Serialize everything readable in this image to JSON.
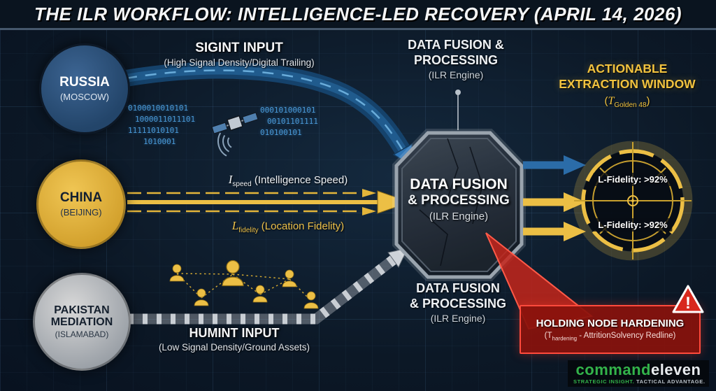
{
  "header": {
    "title": "THE ILR WORKFLOW: INTELLIGENCE-LED RECOVERY (APRIL 14, 2026)"
  },
  "sources": {
    "russia": {
      "name": "RUSSIA",
      "location": "(MOSCOW)"
    },
    "china": {
      "name": "CHINA",
      "location": "(BEIJING)"
    },
    "pakistan": {
      "name": "PAKISTAN MEDIATION",
      "location": "(ISLAMABAD)"
    }
  },
  "sigint": {
    "title": "SIGINT INPUT",
    "subtitle": "(High Signal Density/Digital Trailing)",
    "binary_left": [
      "0100010010101",
      "1000011011101",
      "11111010101",
      "1010001"
    ],
    "binary_right": [
      "000101000101",
      "00101101111",
      "010100101"
    ]
  },
  "humint": {
    "title": "HUMINT INPUT",
    "subtitle": "(Low Signal Density/Ground Assets)"
  },
  "metrics": {
    "speed": {
      "symbol": "I",
      "sub": "speed",
      "caption": " (Intelligence Speed)"
    },
    "fidelity": {
      "symbol": "L",
      "sub": "fidelity",
      "caption": " (Location Fidelity)"
    }
  },
  "engine": {
    "top_label": {
      "line1": "DATA FUSION &",
      "line2": "PROCESSING",
      "caption": "(ILR Engine)"
    },
    "core": {
      "line1": "DATA FUSION",
      "line2": "& PROCESSING",
      "caption": "(ILR Engine)"
    },
    "bottom_label": {
      "line1": "DATA FUSION",
      "line2": "& PROCESSING",
      "caption": "(ILR Engine)"
    }
  },
  "extraction": {
    "title_line1": "ACTIONABLE",
    "title_line2": "EXTRACTION WINDOW",
    "window": {
      "open": "(",
      "symbol": "T",
      "sub": "Golden 48",
      "close": ")"
    },
    "fidelity_top": "L-Fidelity: >92%",
    "fidelity_bottom": "L-Fidelity: >92%"
  },
  "alert": {
    "title": "HOLDING NODE HARDENING",
    "detail_open": "(T",
    "detail_sub": "hardening",
    "detail_rest": " - AttritionSolvency Redline)",
    "warning_symbol": "!"
  },
  "branding": {
    "logo_green": "command",
    "logo_white": "eleven",
    "tagline_green": "STRATEGIC INSIGHT.",
    "tagline_white": " TACTICAL ADVANTAGE."
  },
  "colors": {
    "accent_yellow": "#ecbf45",
    "accent_blue": "#2e75b6",
    "alert_red": "#c0271e",
    "brand_green": "#33b34a",
    "steel_gray": "#c3c9cf"
  }
}
